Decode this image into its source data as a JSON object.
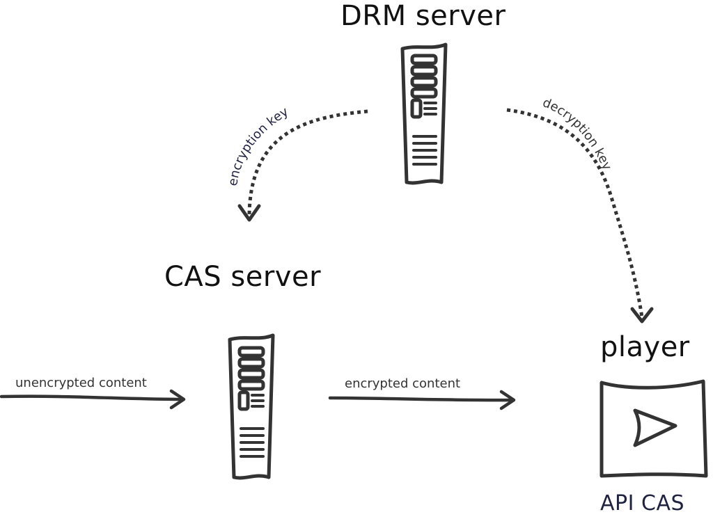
{
  "nodes": {
    "drm_server": {
      "label": "DRM server"
    },
    "cas_server": {
      "label": "CAS server"
    },
    "player": {
      "label": "player",
      "api_label": "API CAS"
    }
  },
  "edges": {
    "encryption_key": {
      "label": "encryption key"
    },
    "decryption_key": {
      "label": "decryption key"
    },
    "unencrypted_content": {
      "label": "unencrypted content"
    },
    "encrypted_content": {
      "label": "encrypted content"
    }
  },
  "colors": {
    "ink": "#333333",
    "key_label": "#1f2340",
    "api_label": "#1f2340"
  }
}
